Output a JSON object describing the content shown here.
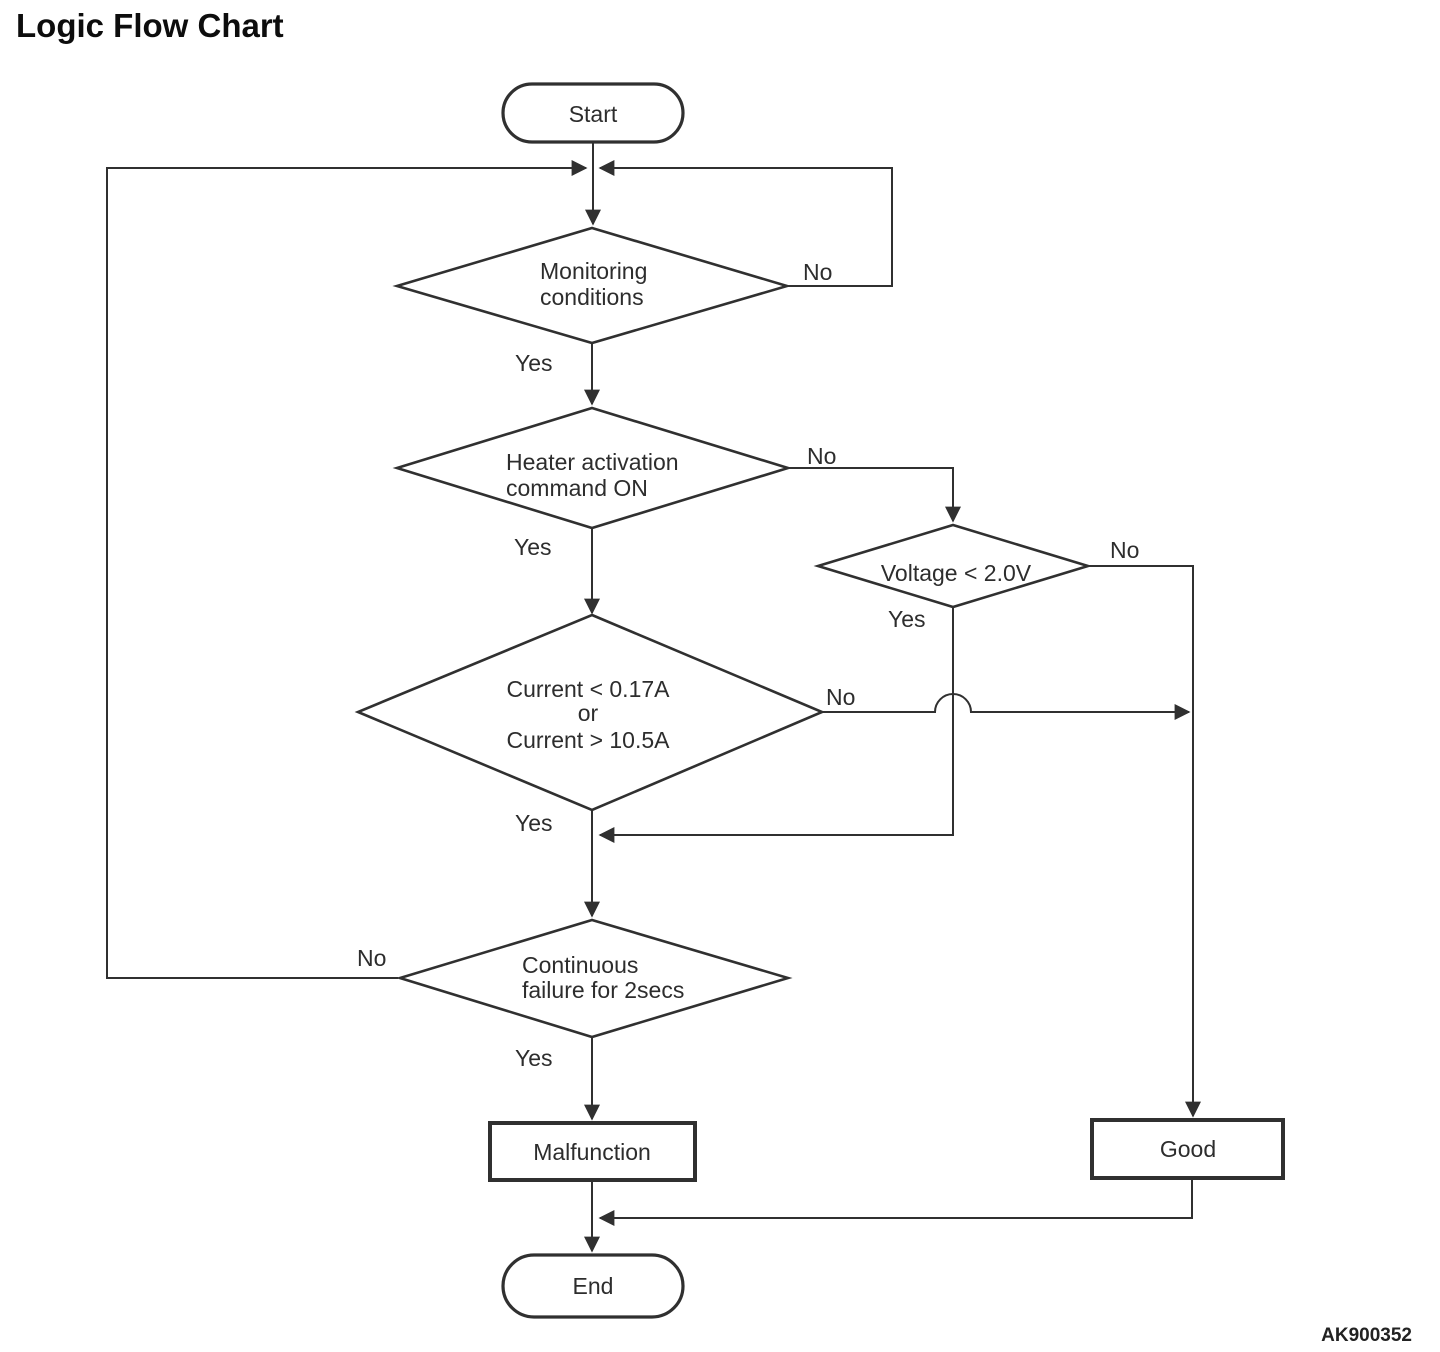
{
  "title": "Logic Flow Chart",
  "figure_code": "AK900352",
  "colors": {
    "line": "#303030",
    "text": "#2d2d2d",
    "background": "#ffffff"
  },
  "nodes": {
    "start": {
      "type": "terminator",
      "label": "Start"
    },
    "monitoring_conditions": {
      "type": "decision",
      "lines": [
        "Monitoring",
        "conditions"
      ]
    },
    "heater_activation": {
      "type": "decision",
      "lines": [
        "Heater activation",
        "command ON"
      ]
    },
    "voltage_check": {
      "type": "decision",
      "lines": [
        "Voltage < 2.0V"
      ]
    },
    "current_check": {
      "type": "decision",
      "lines": [
        "Current < 0.17A",
        "or",
        "Current > 10.5A"
      ]
    },
    "continuous_failure": {
      "type": "decision",
      "lines": [
        "Continuous",
        "failure for 2secs"
      ]
    },
    "malfunction": {
      "type": "process",
      "label": "Malfunction"
    },
    "good": {
      "type": "process",
      "label": "Good"
    },
    "end": {
      "type": "terminator",
      "label": "End"
    }
  },
  "edge_labels": {
    "monitoring_no": "No",
    "monitoring_yes": "Yes",
    "heater_no": "No",
    "heater_yes": "Yes",
    "voltage_no": "No",
    "voltage_yes": "Yes",
    "current_no": "No",
    "current_yes": "Yes",
    "continuous_no": "No",
    "continuous_yes": "Yes"
  }
}
